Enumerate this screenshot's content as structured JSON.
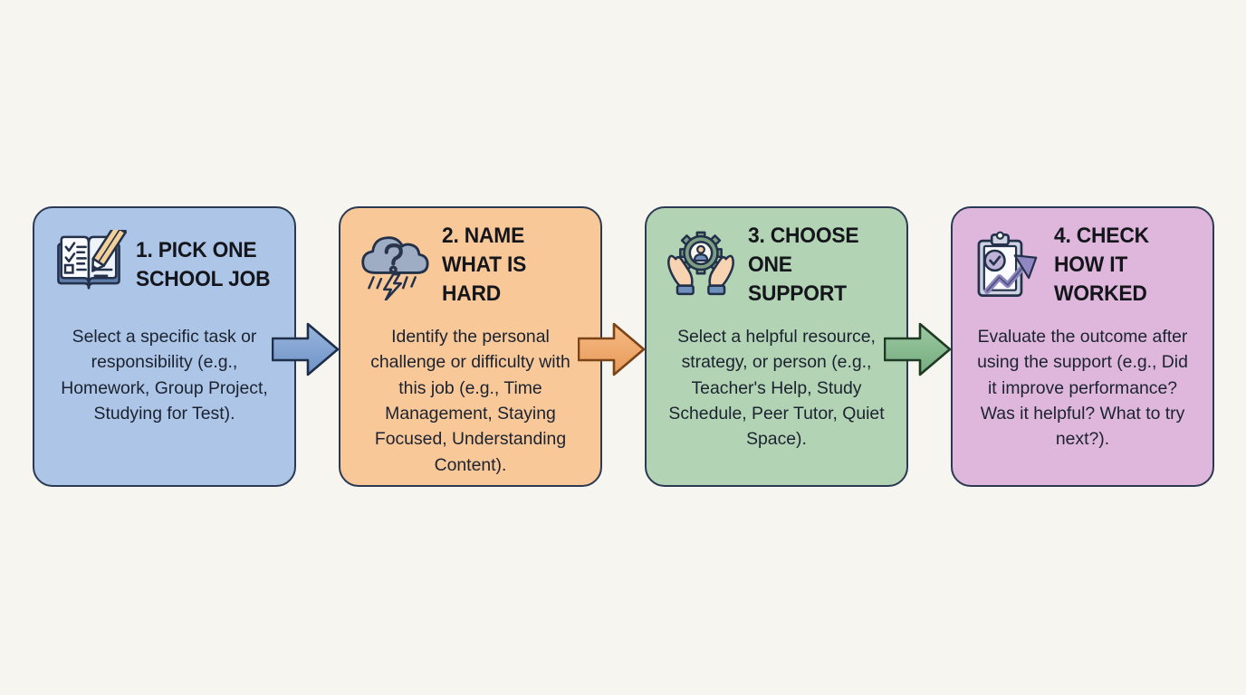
{
  "page": {
    "background_color": "#f7f5ef",
    "text_color": "#1b2230",
    "border_color": "#2b3a52"
  },
  "steps": [
    {
      "number": "1",
      "title": "1. PICK ONE SCHOOL JOB",
      "body": "Select a specific task or responsibility (e.g., Homework, Group Project, Studying for Test).",
      "icon": "open-book-checklist-pencil-icon",
      "color": "#adc5e6"
    },
    {
      "number": "2",
      "title": "2. NAME WHAT IS HARD",
      "body": "Identify the personal challenge or difficulty with this job (e.g., Time Management, Staying Focused, Understanding Content).",
      "icon": "storm-cloud-question-lightning-icon",
      "color": "#f8c898"
    },
    {
      "number": "3",
      "title": "3. CHOOSE ONE SUPPORT",
      "body": "Select a helpful resource, strategy, or person (e.g., Teacher's Help, Study Schedule, Peer Tutor, Quiet Space).",
      "icon": "hands-holding-gear-person-icon",
      "color": "#b3d4b4"
    },
    {
      "number": "4",
      "title": "4. CHECK HOW IT WORKED",
      "body": "Evaluate the outcome after using the support (e.g., Did it improve performance? Was it helpful? What to try next?).",
      "icon": "clipboard-check-growth-arrow-icon",
      "color": "#dfb7dc"
    }
  ],
  "arrows": [
    {
      "name": "arrow-step1-to-step2",
      "color": "#7fa1d0"
    },
    {
      "name": "arrow-step2-to-step3",
      "color": "#efa76a"
    },
    {
      "name": "arrow-step3-to-step4",
      "color": "#86bb8d"
    }
  ]
}
